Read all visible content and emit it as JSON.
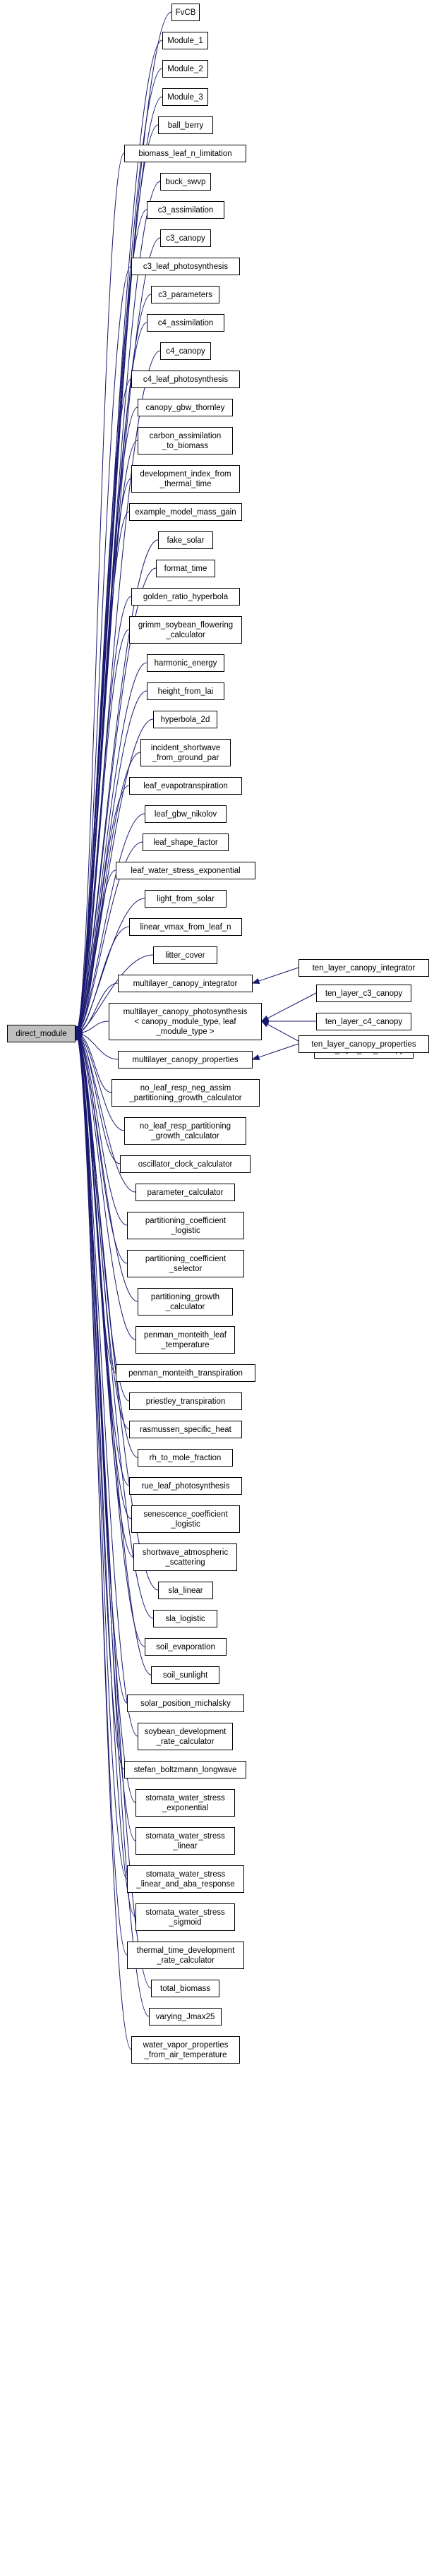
{
  "root": "direct_module",
  "nodes": [
    {
      "id": "FvCB",
      "lines": [
        "FvCB"
      ]
    },
    {
      "id": "Module_1",
      "lines": [
        "Module_1"
      ]
    },
    {
      "id": "Module_2",
      "lines": [
        "Module_2"
      ]
    },
    {
      "id": "Module_3",
      "lines": [
        "Module_3"
      ]
    },
    {
      "id": "ball_berry",
      "lines": [
        "ball_berry"
      ]
    },
    {
      "id": "biomass_leaf_n_limitation",
      "lines": [
        "biomass_leaf_n_limitation"
      ]
    },
    {
      "id": "buck_swvp",
      "lines": [
        "buck_swvp"
      ]
    },
    {
      "id": "c3_assimilation",
      "lines": [
        "c3_assimilation"
      ]
    },
    {
      "id": "c3_canopy",
      "lines": [
        "c3_canopy"
      ]
    },
    {
      "id": "c3_leaf_photosynthesis",
      "lines": [
        "c3_leaf_photosynthesis"
      ]
    },
    {
      "id": "c3_parameters",
      "lines": [
        "c3_parameters"
      ]
    },
    {
      "id": "c4_assimilation",
      "lines": [
        "c4_assimilation"
      ]
    },
    {
      "id": "c4_canopy",
      "lines": [
        "c4_canopy"
      ]
    },
    {
      "id": "c4_leaf_photosynthesis",
      "lines": [
        "c4_leaf_photosynthesis"
      ]
    },
    {
      "id": "canopy_gbw_thornley",
      "lines": [
        "canopy_gbw_thornley"
      ]
    },
    {
      "id": "carbon_assimilation_to_biomass",
      "lines": [
        "carbon_assimilation",
        "_to_biomass"
      ]
    },
    {
      "id": "development_index_from_thermal_time",
      "lines": [
        "development_index_from",
        "_thermal_time"
      ]
    },
    {
      "id": "example_model_mass_gain",
      "lines": [
        "example_model_mass_gain"
      ]
    },
    {
      "id": "fake_solar",
      "lines": [
        "fake_solar"
      ]
    },
    {
      "id": "format_time",
      "lines": [
        "format_time"
      ]
    },
    {
      "id": "golden_ratio_hyperbola",
      "lines": [
        "golden_ratio_hyperbola"
      ]
    },
    {
      "id": "gmmm_soybean_flowering_calculator",
      "lines": [
        "grimm_soybean_flowering",
        "_calculator"
      ]
    },
    {
      "id": "harmonic_energy",
      "lines": [
        "harmonic_energy"
      ]
    },
    {
      "id": "height_from_lai",
      "lines": [
        "height_from_lai"
      ]
    },
    {
      "id": "hyperbola_2d",
      "lines": [
        "hyperbola_2d"
      ]
    },
    {
      "id": "incident_shortwave_from_ground_par",
      "lines": [
        "incident_shortwave",
        "_from_ground_par"
      ]
    },
    {
      "id": "leaf_evapotranspiration",
      "lines": [
        "leaf_evapotranspiration"
      ]
    },
    {
      "id": "leaf_gbw_nikolov",
      "lines": [
        "leaf_gbw_nikolov"
      ]
    },
    {
      "id": "leaf_shape_factor",
      "lines": [
        "leaf_shape_factor"
      ]
    },
    {
      "id": "leaf_water_stress_exponential",
      "lines": [
        "leaf_water_stress_exponential"
      ]
    },
    {
      "id": "light_from_solar",
      "lines": [
        "light_from_solar"
      ]
    },
    {
      "id": "linear_vmax_from_leaf_n",
      "lines": [
        "linear_vmax_from_leaf_n"
      ]
    },
    {
      "id": "litter_cover",
      "lines": [
        "litter_cover"
      ]
    },
    {
      "id": "multilayer_canopy_integrator",
      "lines": [
        "multilayer_canopy_integrator"
      ]
    },
    {
      "id": "multilayer_canopy_photosynthesis",
      "lines": [
        "multilayer_canopy_photosynthesis",
        "< canopy_module_type, leaf",
        "_module_type >"
      ]
    },
    {
      "id": "multilayer_canopy_properties",
      "lines": [
        "multilayer_canopy_properties"
      ]
    },
    {
      "id": "no_leaf_resp_neg_assim_partitioning_growth_calculator",
      "lines": [
        "no_leaf_resp_neg_assim",
        "_partitioning_growth_calculator"
      ]
    },
    {
      "id": "no_leaf_resp_partitioning_growth_calculator",
      "lines": [
        "no_leaf_resp_partitioning",
        "_growth_calculator"
      ]
    },
    {
      "id": "oscillator_clock_calculator",
      "lines": [
        "oscillator_clock_calculator"
      ]
    },
    {
      "id": "parameter_calculator",
      "lines": [
        "parameter_calculator"
      ]
    },
    {
      "id": "partitioning_coefficient_logistic",
      "lines": [
        "partitioning_coefficient",
        "_logistic"
      ]
    },
    {
      "id": "partitioning_coefficient_selector",
      "lines": [
        "partitioning_coefficient",
        "_selector"
      ]
    },
    {
      "id": "partitioning_growth_calculator",
      "lines": [
        "partitioning_growth",
        "_calculator"
      ]
    },
    {
      "id": "penman_monteith_leaf_temperature",
      "lines": [
        "penman_monteith_leaf",
        "_temperature"
      ]
    },
    {
      "id": "penman_monteith_transpiration",
      "lines": [
        "penman_monteith_transpiration"
      ]
    },
    {
      "id": "priestley_transpiration",
      "lines": [
        "priestley_transpiration"
      ]
    },
    {
      "id": "rasmussen_specific_heat",
      "lines": [
        "rasmussen_specific_heat"
      ]
    },
    {
      "id": "rh_to_mole_fraction",
      "lines": [
        "rh_to_mole_fraction"
      ]
    },
    {
      "id": "rue_leaf_photosynthesis",
      "lines": [
        "rue_leaf_photosynthesis"
      ]
    },
    {
      "id": "senescence_coefficient_logistic",
      "lines": [
        "senescence_coefficient",
        "_logistic"
      ]
    },
    {
      "id": "shortwave_atmospheric_scattering",
      "lines": [
        "shortwave_atmospheric",
        "_scattering"
      ]
    },
    {
      "id": "sla_linear",
      "lines": [
        "sla_linear"
      ]
    },
    {
      "id": "sla_logistic",
      "lines": [
        "sla_logistic"
      ]
    },
    {
      "id": "soil_evaporation",
      "lines": [
        "soil_evaporation"
      ]
    },
    {
      "id": "soil_sunlight",
      "lines": [
        "soil_sunlight"
      ]
    },
    {
      "id": "solar_position_michalsky",
      "lines": [
        "solar_position_michalsky"
      ]
    },
    {
      "id": "soybean_development_rate_calculator",
      "lines": [
        "soybean_development",
        "_rate_calculator"
      ]
    },
    {
      "id": "stefan_boltzmann_longwave",
      "lines": [
        "stefan_boltzmann_longwave"
      ]
    },
    {
      "id": "stomata_water_stress_exponential",
      "lines": [
        "stomata_water_stress",
        "_exponential"
      ]
    },
    {
      "id": "stomata_water_stress_linear",
      "lines": [
        "stomata_water_stress",
        "_linear"
      ]
    },
    {
      "id": "stomata_water_stress_linear_and_aba_response",
      "lines": [
        "stomata_water_stress",
        "_linear_and_aba_response"
      ]
    },
    {
      "id": "stomata_water_stress_sigmoid",
      "lines": [
        "stomata_water_stress",
        "_sigmoid"
      ]
    },
    {
      "id": "thermal_time_development_rate_calculator",
      "lines": [
        "thermal_time_development",
        "_rate_calculator"
      ]
    },
    {
      "id": "total_biomass",
      "lines": [
        "total_biomass"
      ]
    },
    {
      "id": "varying_Jmax25",
      "lines": [
        "varying_Jmax25"
      ]
    },
    {
      "id": "water_vapor_properties_from_air_temperature",
      "lines": [
        "water_vapor_properties",
        "_from_air_temperature"
      ]
    }
  ],
  "sub_nodes": [
    {
      "id": "ten_layer_canopy_integrator",
      "lines": [
        "ten_layer_canopy_integrator"
      ],
      "parent": "multilayer_canopy_integrator"
    },
    {
      "id": "ten_layer_c3_canopy",
      "lines": [
        "ten_layer_c3_canopy"
      ],
      "parent": "multilayer_canopy_photosynthesis"
    },
    {
      "id": "ten_layer_c4_canopy",
      "lines": [
        "ten_layer_c4_canopy"
      ],
      "parent": "multilayer_canopy_photosynthesis"
    },
    {
      "id": "ten_layer_rue_canopy",
      "lines": [
        "ten_layer_rue_canopy"
      ],
      "parent": "multilayer_canopy_photosynthesis"
    },
    {
      "id": "ten_layer_canopy_properties",
      "lines": [
        "ten_layer_canopy_properties"
      ],
      "parent": "multilayer_canopy_properties"
    }
  ],
  "colors": {
    "edge": "#191970",
    "root_fill": "#bfbfbf",
    "node_fill": "#ffffff",
    "border": "#000000"
  }
}
